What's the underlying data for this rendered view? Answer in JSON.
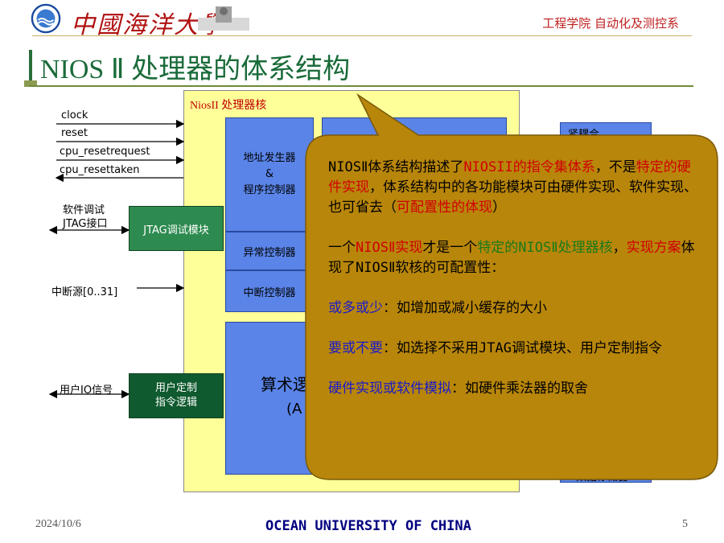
{
  "header": {
    "university_name": "中國海洋大學",
    "department": "工程学院 自动化及测控系"
  },
  "title": "NIOS Ⅱ 处理器的体系结构",
  "diagram": {
    "core_label": "NiosII 处理器核",
    "addr_gen": [
      "地址发生器",
      "&",
      "程序控制器"
    ],
    "exception_ctrl": "异常控制器",
    "interrupt_ctrl": "中断控制器",
    "alu_label": "算术逻",
    "alu_sub": "(A",
    "right_top": "紧耦合",
    "right_bottom": "数据存储器",
    "jtag_module": "JTAG调试模块",
    "custom_logic": [
      "用户定制",
      "指令逻辑"
    ],
    "signals": {
      "clock": "clock",
      "reset": "reset",
      "cpu_resetrequest": "cpu_resetrequest",
      "cpu_resettaken": "cpu_resettaken",
      "jtag_line1": "软件调试",
      "jtag_line2": "JTAG接口",
      "irq": "中断源[0..31]",
      "user_io": "用户IO信号"
    }
  },
  "callout": {
    "p1": {
      "a": "NIOSⅡ体系结构描述了",
      "b": "NIOSII的指令集体系",
      "c": "，不是",
      "d": "特定的硬件实现",
      "e": "，体系结构中的各功能模块可由硬件实现、软件实现、也可省去（",
      "f": "可配置性的体现",
      "g": "）"
    },
    "p2": {
      "a": "一个",
      "b": "NIOSⅡ实现",
      "c": "才是一个",
      "d": "特定的NIOSⅡ处理器核",
      "e": "，",
      "f": "实现方案",
      "g": "体现了NIOSⅡ软核的可配置性："
    },
    "p3": {
      "a": "或多或少",
      "b": "：如增加或减小缓存的大小"
    },
    "p4": {
      "a": "要或不要",
      "b": "：如选择不采用JTAG调试模块、用户定制指令"
    },
    "p5": {
      "a": "硬件实现或软件模拟",
      "b": "：如硬件乘法器的取舍"
    }
  },
  "footer": {
    "date": "2024/10/6",
    "name": "OCEAN UNIVERSITY OF CHINA",
    "page": "5"
  }
}
